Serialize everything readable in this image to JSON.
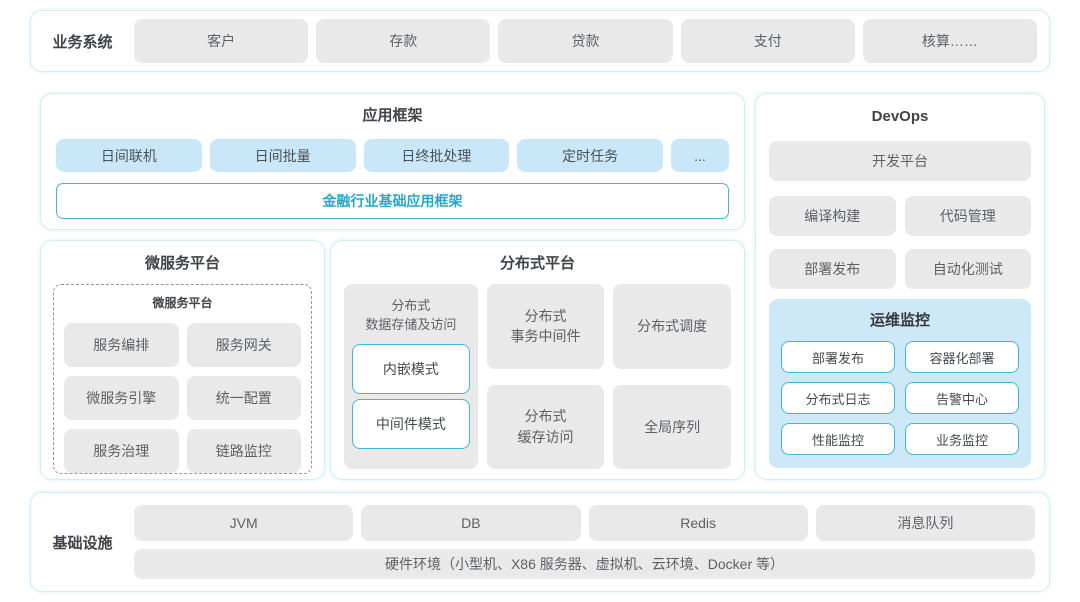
{
  "colors": {
    "panel_border": "#d3edf5",
    "grey_box_bg": "#e9e9e9",
    "blue_box_bg": "#c9e7f8",
    "teal_border": "#47b5cd",
    "teal_text": "#28a8c6",
    "monitor_bg": "#cde9f8",
    "title_text": "#3f4449",
    "box_text": "#5c6166"
  },
  "business_systems": {
    "label": "业务系统",
    "items": [
      "客户",
      "存款",
      "贷款",
      "支付",
      "核算……"
    ]
  },
  "app_framework": {
    "title": "应用框架",
    "modes": [
      "日间联机",
      "日间批量",
      "日终批处理",
      "定时任务",
      "..."
    ],
    "base": "金融行业基础应用框架"
  },
  "microservice_platform": {
    "title": "微服务平台",
    "inner_title": "微服务平台",
    "items": [
      "服务编排",
      "服务网关",
      "微服务引擎",
      "统一配置",
      "服务治理",
      "链路监控"
    ]
  },
  "distributed_platform": {
    "title": "分布式平台",
    "storage": {
      "label": "分布式\n数据存储及访问",
      "modes": [
        "内嵌模式",
        "中间件模式"
      ]
    },
    "col2": [
      "分布式\n事务中间件",
      "分布式\n缓存访问"
    ],
    "col3": [
      "分布式调度",
      "全局序列"
    ]
  },
  "devops": {
    "title": "DevOps",
    "platform": "开发平台",
    "tools": [
      "编译构建",
      "代码管理",
      "部署发布",
      "自动化测试"
    ],
    "monitoring": {
      "title": "运维监控",
      "items": [
        "部署发布",
        "容器化部署",
        "分布式日志",
        "告警中心",
        "性能监控",
        "业务监控"
      ]
    }
  },
  "infrastructure": {
    "label": "基础设施",
    "items": [
      "JVM",
      "DB",
      "Redis",
      "消息队列"
    ],
    "hardware": "硬件环境（小型机、X86 服务器、虚拟机、云环境、Docker 等）"
  }
}
